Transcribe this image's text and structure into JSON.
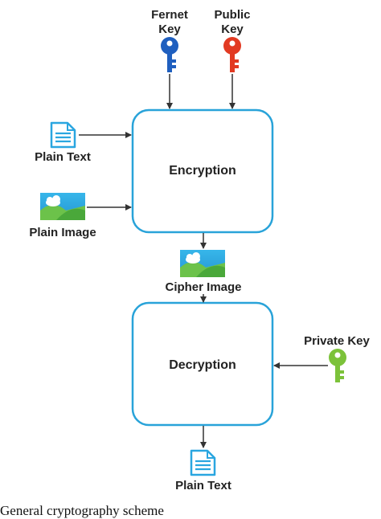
{
  "keys": {
    "fernet": {
      "line1": "Fernet",
      "line2": "Key"
    },
    "public": {
      "line1": "Public",
      "line2": "Key"
    },
    "private": "Private Key"
  },
  "inputs": {
    "plain_text": "Plain Text",
    "plain_image": "Plain Image"
  },
  "nodes": {
    "encryption": "Encryption",
    "decryption": "Decryption"
  },
  "intermediate": {
    "cipher_image": "Cipher Image"
  },
  "output": {
    "plain_text": "Plain Text"
  },
  "caption": "General cryptography scheme",
  "colors": {
    "box_border": "#29a3d9",
    "fernet_key": "#1f5fbf",
    "public_key": "#e23a22",
    "private_key": "#7cc23a",
    "doc_icon": "#2aa6e0",
    "arrow": "#333333"
  }
}
